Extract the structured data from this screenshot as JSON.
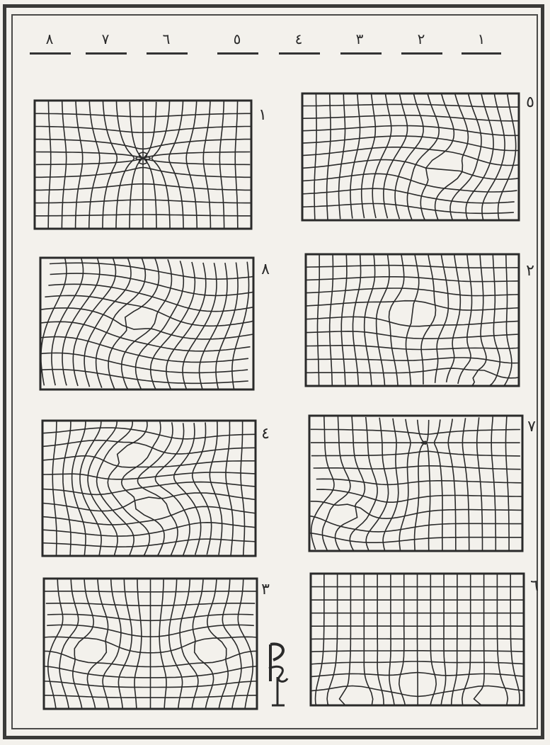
{
  "header": {
    "labels": [
      "١",
      "٢",
      "٣",
      "٤",
      "٥",
      "٦",
      "٧",
      "٨"
    ]
  },
  "panels": [
    {
      "number": "١",
      "pattern": "hyperbolic-cross"
    },
    {
      "number": "٥",
      "pattern": "eye-center-right"
    },
    {
      "number": "٨",
      "pattern": "concentric-center"
    },
    {
      "number": "٢",
      "pattern": "vertical-bulge-bottom-right-whorl"
    },
    {
      "number": "٤",
      "pattern": "twin-whorls"
    },
    {
      "number": "٧",
      "pattern": "whorl-bottom-left"
    },
    {
      "number": "٣",
      "pattern": "central-column-with-side-loops"
    },
    {
      "number": "٦",
      "pattern": "triple-arches"
    }
  ],
  "signature_mark": "stylized monogram",
  "colors": {
    "ink": "#2a2a2a",
    "paper": "#f3f1ec"
  }
}
